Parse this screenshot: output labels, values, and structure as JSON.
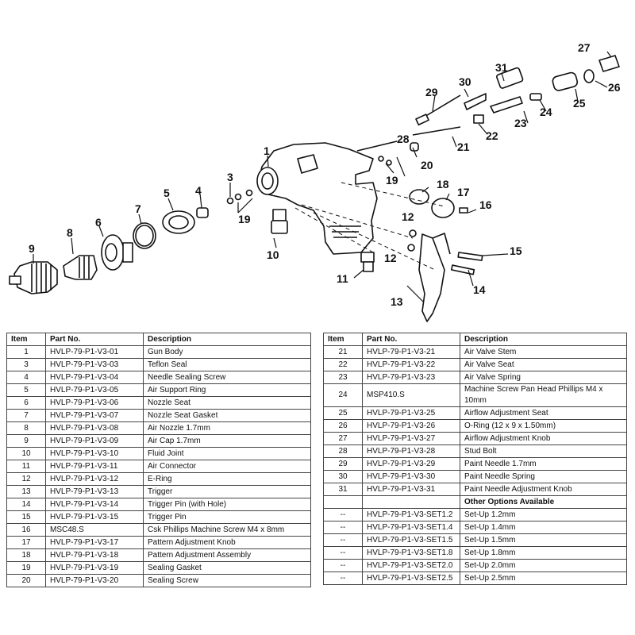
{
  "callouts": [
    "1",
    "3",
    "4",
    "5",
    "6",
    "7",
    "8",
    "9",
    "10",
    "11",
    "12",
    "12",
    "13",
    "14",
    "15",
    "16",
    "17",
    "18",
    "19",
    "19",
    "20",
    "21",
    "22",
    "23",
    "24",
    "25",
    "26",
    "27",
    "28",
    "29",
    "30",
    "31"
  ],
  "table_headers": {
    "item": "Item",
    "part_no": "Part No.",
    "description": "Description"
  },
  "left_rows": [
    {
      "item": "1",
      "part": "HVLP-79-P1-V3-01",
      "desc": "Gun Body"
    },
    {
      "item": "3",
      "part": "HVLP-79-P1-V3-03",
      "desc": "Teflon Seal"
    },
    {
      "item": "4",
      "part": "HVLP-79-P1-V3-04",
      "desc": "Needle Sealing Screw"
    },
    {
      "item": "5",
      "part": "HVLP-79-P1-V3-05",
      "desc": "Air Support Ring"
    },
    {
      "item": "6",
      "part": "HVLP-79-P1-V3-06",
      "desc": "Nozzle Seat"
    },
    {
      "item": "7",
      "part": "HVLP-79-P1-V3-07",
      "desc": "Nozzle Seat Gasket"
    },
    {
      "item": "8",
      "part": "HVLP-79-P1-V3-08",
      "desc": "Air Nozzle 1.7mm"
    },
    {
      "item": "9",
      "part": "HVLP-79-P1-V3-09",
      "desc": "Air Cap 1.7mm"
    },
    {
      "item": "10",
      "part": "HVLP-79-P1-V3-10",
      "desc": "Fluid Joint"
    },
    {
      "item": "11",
      "part": "HVLP-79-P1-V3-11",
      "desc": "Air Connector"
    },
    {
      "item": "12",
      "part": "HVLP-79-P1-V3-12",
      "desc": "E-Ring"
    },
    {
      "item": "13",
      "part": "HVLP-79-P1-V3-13",
      "desc": "Trigger"
    },
    {
      "item": "14",
      "part": "HVLP-79-P1-V3-14",
      "desc": "Trigger Pin (with Hole)"
    },
    {
      "item": "15",
      "part": "HVLP-79-P1-V3-15",
      "desc": "Trigger Pin"
    },
    {
      "item": "16",
      "part": "MSC48.S",
      "desc": "Csk Phillips Machine Screw M4 x 8mm"
    },
    {
      "item": "17",
      "part": "HVLP-79-P1-V3-17",
      "desc": "Pattern Adjustment  Knob"
    },
    {
      "item": "18",
      "part": "HVLP-79-P1-V3-18",
      "desc": "Pattern Adjustment  Assembly"
    },
    {
      "item": "19",
      "part": "HVLP-79-P1-V3-19",
      "desc": "Sealing Gasket"
    },
    {
      "item": "20",
      "part": "HVLP-79-P1-V3-20",
      "desc": "Sealing Screw"
    }
  ],
  "right_rows": [
    {
      "item": "21",
      "part": "HVLP-79-P1-V3-21",
      "desc": "Air Valve Stem"
    },
    {
      "item": "22",
      "part": "HVLP-79-P1-V3-22",
      "desc": "Air Valve Seat"
    },
    {
      "item": "23",
      "part": "HVLP-79-P1-V3-23",
      "desc": "Air Valve Spring"
    },
    {
      "item": "24",
      "part": "MSP410.S",
      "desc": "Machine Screw Pan Head Phillips M4 x 10mm"
    },
    {
      "item": "25",
      "part": "HVLP-79-P1-V3-25",
      "desc": "Airflow Adjustment Seat"
    },
    {
      "item": "26",
      "part": "HVLP-79-P1-V3-26",
      "desc": "O-Ring (12 x 9 x 1.50mm)"
    },
    {
      "item": "27",
      "part": "HVLP-79-P1-V3-27",
      "desc": "Airflow Adjustment Knob"
    },
    {
      "item": "28",
      "part": "HVLP-79-P1-V3-28",
      "desc": "Stud Bolt"
    },
    {
      "item": "29",
      "part": "HVLP-79-P1-V3-29",
      "desc": "Paint Needle 1.7mm"
    },
    {
      "item": "30",
      "part": "HVLP-79-P1-V3-30",
      "desc": "Paint Needle Spring"
    },
    {
      "item": "31",
      "part": "HVLP-79-P1-V3-31",
      "desc": "Paint Needle Adjustment Knob"
    },
    {
      "item": "",
      "part": "",
      "desc": "Other Options Available",
      "bold": true
    },
    {
      "item": "--",
      "part": "HVLP-79-P1-V3-SET1.2",
      "desc": "Set-Up 1.2mm"
    },
    {
      "item": "--",
      "part": "HVLP-79-P1-V3-SET1.4",
      "desc": "Set-Up 1.4mm"
    },
    {
      "item": "--",
      "part": "HVLP-79-P1-V3-SET1.5",
      "desc": "Set-Up 1.5mm"
    },
    {
      "item": "--",
      "part": "HVLP-79-P1-V3-SET1.8",
      "desc": "Set-Up 1.8mm"
    },
    {
      "item": "--",
      "part": "HVLP-79-P1-V3-SET2.0",
      "desc": "Set-Up 2.0mm"
    },
    {
      "item": "--",
      "part": "HVLP-79-P1-V3-SET2.5",
      "desc": "Set-Up 2.5mm"
    }
  ]
}
